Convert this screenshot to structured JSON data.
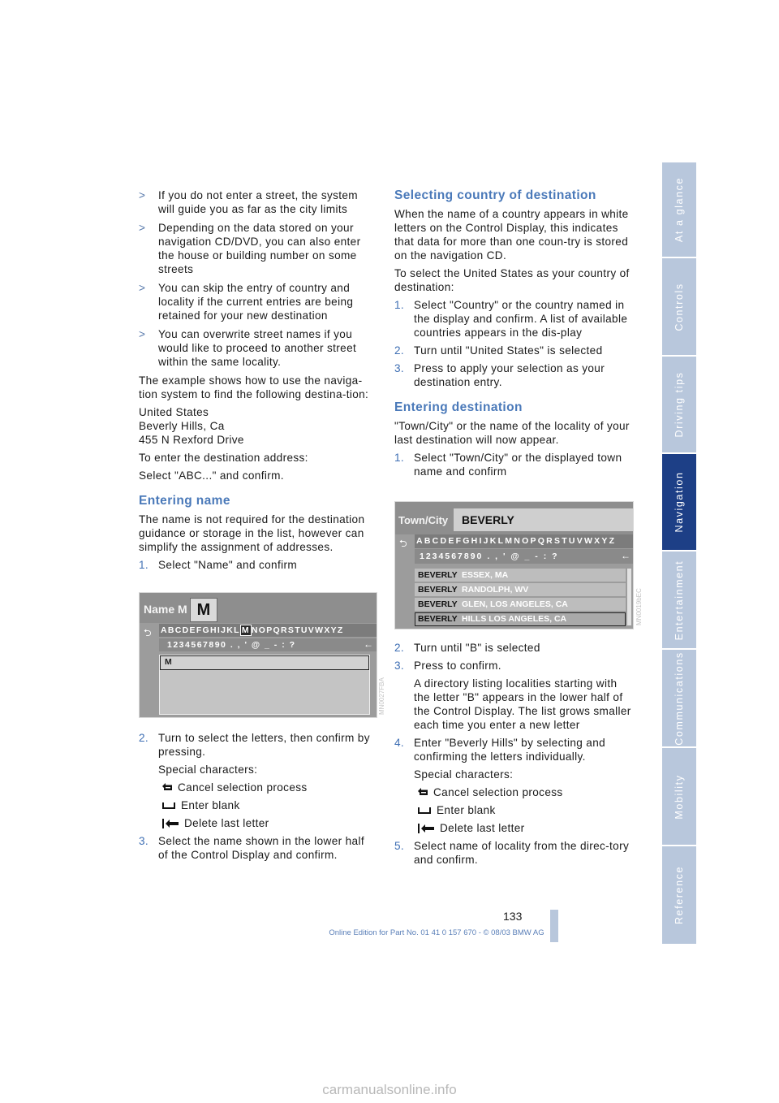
{
  "left": {
    "bullets": [
      "If you do not enter a street, the system will guide you as far as the city limits",
      "Depending on the data stored on your navigation CD/DVD, you can also enter the house or building number on some streets",
      "You can skip the entry of country and locality if the current entries are being retained for your new destination",
      "You can overwrite street names if you would like to proceed to another street within the same locality."
    ],
    "bullet_marker": ">",
    "intro": "The example shows how to use the naviga-tion system to find the following destina-tion:",
    "address": [
      "United States",
      "Beverly Hills, Ca",
      "455 N Rexford Drive"
    ],
    "to_enter": "To enter the destination address:",
    "select_abc": "Select \"ABC...\" and confirm.",
    "heading_name": "Entering name",
    "name_text": "The name is not required for the destination guidance or storage in the list, however can simplify the assignment of addresses.",
    "step1_num": "1.",
    "step1": "Select \"Name\" and confirm",
    "step2_num": "2.",
    "step2": "Turn to select the letters, then confirm by pressing.",
    "special": "Special characters:",
    "icon_cancel": "Cancel selection process",
    "icon_blank": "Enter blank",
    "icon_delete": "Delete last letter",
    "step3_num": "3.",
    "step3": "Select the name shown in the lower half of the Control Display and confirm."
  },
  "screen1": {
    "title": "Name M",
    "big_letter": "M",
    "alphabet_pre": "ABCDEFGHIJKL",
    "alphabet_sel": "M",
    "alphabet_post": "NOPQRSTUVWXYZ",
    "digits": "1234567890 . , ' @ _ - : ?",
    "entry": "M",
    "code": "MN0027FBA"
  },
  "right": {
    "heading_country": "Selecting country of destination",
    "country_text": "When the name of a country appears in white letters on the Control Display, this indicates that data for more than one coun-try is stored on the navigation CD.",
    "country_intro": "To select the United States as your country of destination:",
    "c1_num": "1.",
    "c1": "Select \"Country\" or the country named in the display and confirm. A list of available countries appears in the dis-play",
    "c2_num": "2.",
    "c2": "Turn until \"United States\" is selected",
    "c3_num": "3.",
    "c3": "Press to apply your selection as your destination entry.",
    "heading_dest": "Entering destination",
    "dest_text": "\"Town/City\" or the name of the locality of your last destination will now appear.",
    "d1_num": "1.",
    "d1": "Select \"Town/City\" or the displayed town name and confirm",
    "d2_num": "2.",
    "d2": "Turn until \"B\" is selected",
    "d3_num": "3.",
    "d3": "Press to confirm.",
    "d3_sub": "A directory listing localities starting with the letter \"B\" appears in the lower half of the Control Display. The list grows smaller each time you enter a new letter",
    "d4_num": "4.",
    "d4": "Enter \"Beverly Hills\" by selecting and confirming the letters individually.",
    "special": "Special characters:",
    "icon_cancel": "Cancel selection process",
    "icon_blank": "Enter blank",
    "icon_delete": "Delete last letter",
    "d5_num": "5.",
    "d5": "Select name of locality from the direc-tory and confirm."
  },
  "screen2": {
    "title": "Town/City",
    "value": "BEVERLY",
    "alphabet": "ABCDEFGHIJKLMNOPQRSTUVWXYZ",
    "digits": "1234567890 . , ' @ _ - : ?",
    "rows": [
      {
        "prefix": "BEVERLY",
        "suffix": "ESSEX, MA"
      },
      {
        "prefix": "BEVERLY",
        "suffix": "RANDOLPH, WV"
      },
      {
        "prefix": "BEVERLY",
        "suffix": "GLEN, LOS ANGELES, CA"
      },
      {
        "prefix": "BEVERLY",
        "suffix": "HILLS LOS ANGELES, CA"
      }
    ],
    "code": "MN0019bEC"
  },
  "sidebar": [
    "At a glance",
    "Controls",
    "Driving tips",
    "Navigation",
    "Entertainment",
    "Communications",
    "Mobility",
    "Reference"
  ],
  "sidebar_active": "Navigation",
  "page_number": "133",
  "footer": "Online Edition for Part No. 01 41 0 157 670 - © 08/03 BMW AG",
  "watermark": "carmanualsonline.info",
  "colors": {
    "accent": "#4a79b9",
    "sidebar_active": "#1d3f86",
    "sidebar_tab": "#b8c7dc"
  }
}
